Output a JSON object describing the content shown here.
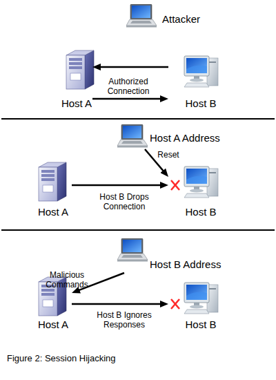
{
  "diagram": {
    "caption": "Figure 2: Session Hijacking",
    "nodes": [
      {
        "text": [
          "Attacker"
        ]
      },
      {
        "text": [
          "Host A"
        ]
      },
      {
        "text": [
          "Host B"
        ]
      },
      {
        "text": [
          "Host A Address"
        ]
      },
      {
        "text": [
          "Host A"
        ]
      },
      {
        "text": [
          "Host B"
        ]
      },
      {
        "text": [
          "Host B Address"
        ]
      },
      {
        "text": [
          "Host A"
        ]
      },
      {
        "text": [
          "Host B"
        ]
      }
    ],
    "edges": [
      {
        "from": 2,
        "to": 1,
        "arrow": "to"
      },
      {
        "from": 1,
        "to": 2,
        "label": "Authorized Connection",
        "arrow": "to"
      },
      {
        "from": 3,
        "to": 5,
        "label": "Reset",
        "arrow": "to"
      },
      {
        "from": 4,
        "to": 5,
        "label": "Host B Drops Connection",
        "arrow": "to"
      },
      {
        "from": 6,
        "to": 7,
        "label": "Malicious Commands",
        "arrow": "to"
      },
      {
        "from": 7,
        "to": 8,
        "label": "Host B Ignores Responses",
        "arrow": "to"
      }
    ]
  }
}
